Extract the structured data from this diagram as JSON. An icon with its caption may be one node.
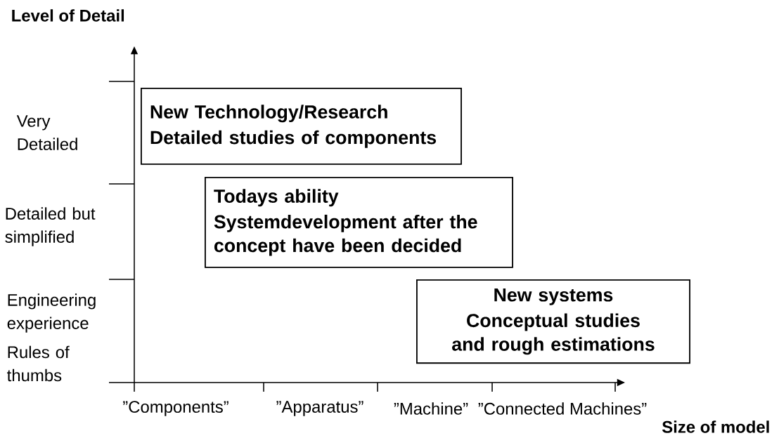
{
  "diagram": {
    "nodes": [
      {
        "text": [
          "New Technology/Research",
          "Detailed studies of components"
        ]
      },
      {
        "text": [
          "Todays ability",
          "Systemdevelopment after the concept have been decided"
        ]
      },
      {
        "text": [
          "New systems",
          "Conceptual studies and rough estimations"
        ]
      }
    ],
    "labels": [
      "Level of Detail",
      "Very Detailed",
      "Detailed but simplified",
      "Engineering experience",
      "Rules of thumbs",
      "”Components”",
      "”Apparatus”",
      "”Machine”",
      "”Connected Machines”",
      "Size of model"
    ]
  }
}
